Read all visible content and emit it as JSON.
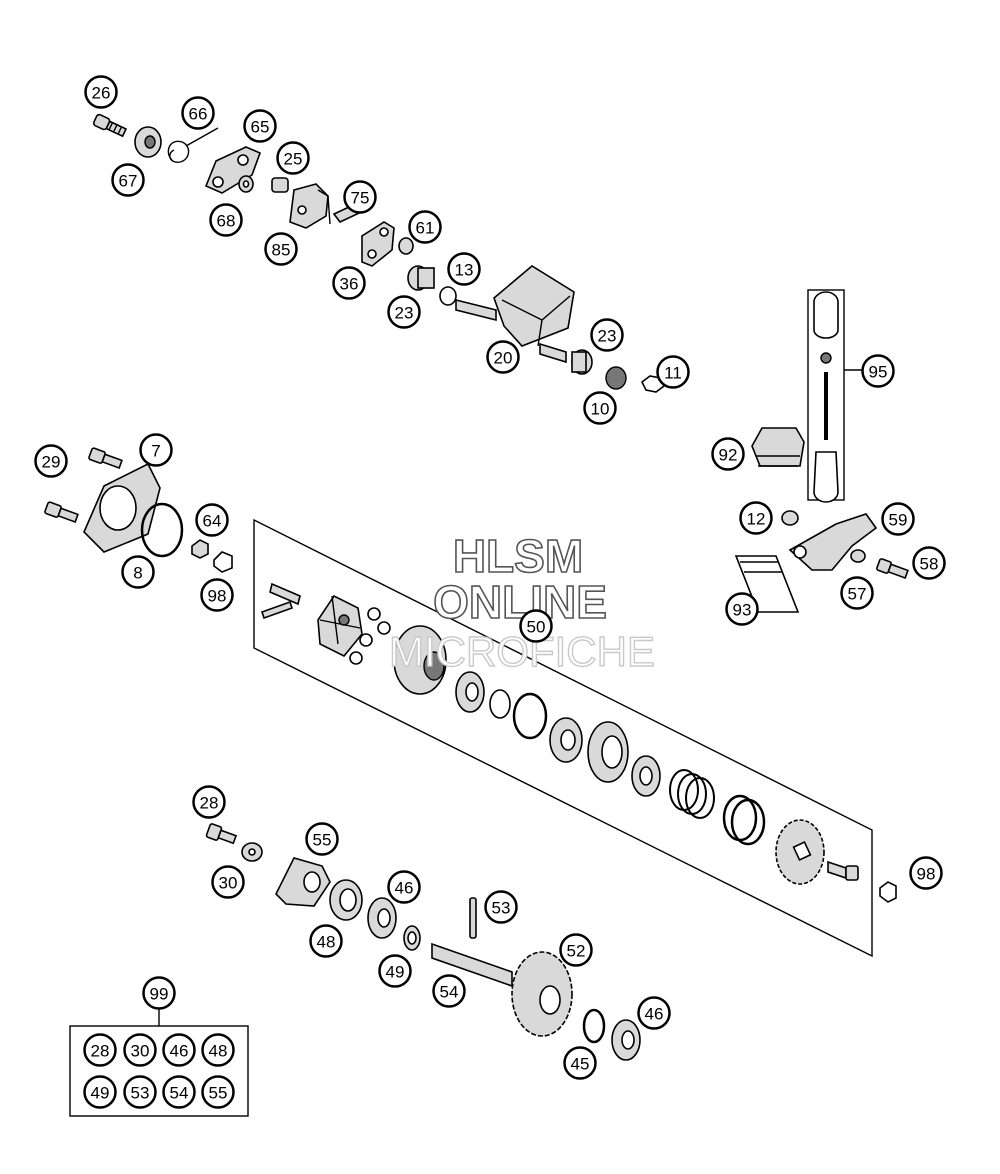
{
  "watermark": {
    "line1": "HLSM",
    "line2": "ONLINE",
    "line3": "MICROFICHE"
  },
  "callouts": [
    {
      "id": "c26a",
      "label": "26"
    },
    {
      "id": "c66",
      "label": "66"
    },
    {
      "id": "c65",
      "label": "65"
    },
    {
      "id": "c67",
      "label": "67"
    },
    {
      "id": "c25",
      "label": "25"
    },
    {
      "id": "c68",
      "label": "68"
    },
    {
      "id": "c75",
      "label": "75"
    },
    {
      "id": "c85",
      "label": "85"
    },
    {
      "id": "c61",
      "label": "61"
    },
    {
      "id": "c36",
      "label": "36"
    },
    {
      "id": "c13",
      "label": "13"
    },
    {
      "id": "c23a",
      "label": "23"
    },
    {
      "id": "c23b",
      "label": "23"
    },
    {
      "id": "c20",
      "label": "20"
    },
    {
      "id": "c11",
      "label": "11"
    },
    {
      "id": "c10",
      "label": "10"
    },
    {
      "id": "c95",
      "label": "95"
    },
    {
      "id": "c7",
      "label": "7"
    },
    {
      "id": "c29",
      "label": "29"
    },
    {
      "id": "c92",
      "label": "92"
    },
    {
      "id": "c64",
      "label": "64"
    },
    {
      "id": "c12",
      "label": "12"
    },
    {
      "id": "c59",
      "label": "59"
    },
    {
      "id": "c8",
      "label": "8"
    },
    {
      "id": "c98a",
      "label": "98"
    },
    {
      "id": "c58",
      "label": "58"
    },
    {
      "id": "c57",
      "label": "57"
    },
    {
      "id": "c93",
      "label": "93"
    },
    {
      "id": "c50",
      "label": "50"
    },
    {
      "id": "c28a",
      "label": "28"
    },
    {
      "id": "c55a",
      "label": "55"
    },
    {
      "id": "c98b",
      "label": "98"
    },
    {
      "id": "c30a",
      "label": "30"
    },
    {
      "id": "c46a",
      "label": "46"
    },
    {
      "id": "c53a",
      "label": "53"
    },
    {
      "id": "c48a",
      "label": "48"
    },
    {
      "id": "c49a",
      "label": "49"
    },
    {
      "id": "c52",
      "label": "52"
    },
    {
      "id": "c54a",
      "label": "54"
    },
    {
      "id": "c99",
      "label": "99"
    },
    {
      "id": "c46b",
      "label": "46"
    },
    {
      "id": "c45",
      "label": "45"
    }
  ],
  "kit_99": {
    "label": "99",
    "contents": [
      "28",
      "30",
      "46",
      "48",
      "49",
      "53",
      "54",
      "55"
    ]
  },
  "colors": {
    "ink": "#000000",
    "part_fill": "#d9d9d9",
    "background": "#ffffff"
  }
}
